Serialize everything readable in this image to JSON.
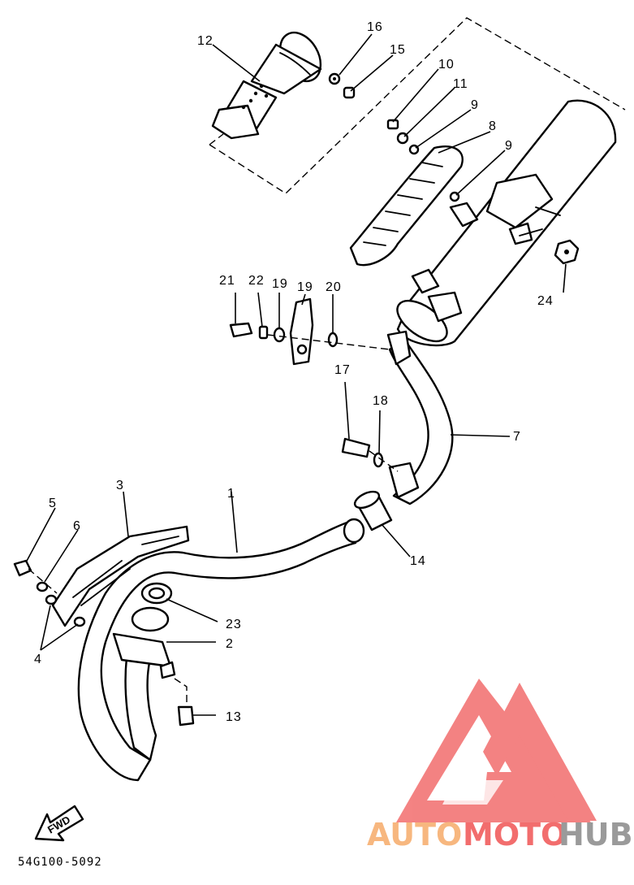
{
  "diagram_code": "54G100-5092",
  "fwd_label": "FWD",
  "watermark": {
    "text_auto": "AUTO",
    "text_moto": "MOTO",
    "text_hub": "HUB",
    "color_red": "#f26d6d",
    "color_orange": "#f7b77f",
    "color_grey": "#9a9a9a"
  },
  "callouts": [
    {
      "id": "c1",
      "label": "1"
    },
    {
      "id": "c2",
      "label": "2"
    },
    {
      "id": "c3",
      "label": "3"
    },
    {
      "id": "c4",
      "label": "4"
    },
    {
      "id": "c5",
      "label": "5"
    },
    {
      "id": "c6",
      "label": "6"
    },
    {
      "id": "c7",
      "label": "7"
    },
    {
      "id": "c8",
      "label": "8"
    },
    {
      "id": "c9a",
      "label": "9"
    },
    {
      "id": "c9b",
      "label": "9"
    },
    {
      "id": "c10",
      "label": "10"
    },
    {
      "id": "c11",
      "label": "11"
    },
    {
      "id": "c12",
      "label": "12"
    },
    {
      "id": "c13",
      "label": "13"
    },
    {
      "id": "c14",
      "label": "14"
    },
    {
      "id": "c15",
      "label": "15"
    },
    {
      "id": "c16",
      "label": "16"
    },
    {
      "id": "c17",
      "label": "17"
    },
    {
      "id": "c18",
      "label": "18"
    },
    {
      "id": "c19a",
      "label": "19"
    },
    {
      "id": "c19b",
      "label": "19"
    },
    {
      "id": "c20",
      "label": "20"
    },
    {
      "id": "c21",
      "label": "21"
    },
    {
      "id": "c22",
      "label": "22"
    },
    {
      "id": "c23",
      "label": "23"
    },
    {
      "id": "c24",
      "label": "24"
    }
  ]
}
